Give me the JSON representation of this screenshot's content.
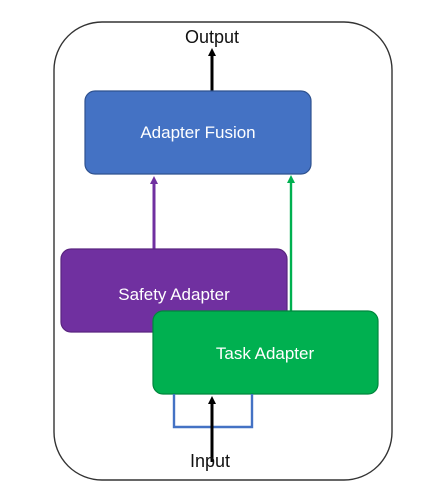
{
  "diagram": {
    "output_label": "Output",
    "input_label": "Input",
    "nodes": {
      "adapter_fusion": {
        "label": "Adapter Fusion"
      },
      "safety_adapter": {
        "label": "Safety Adapter"
      },
      "task_adapter": {
        "label": "Task Adapter"
      }
    }
  },
  "colors": {
    "adapter_fusion_fill": "#4472C4",
    "adapter_fusion_stroke": "#2F528F",
    "safety_adapter_fill": "#7030A0",
    "safety_adapter_stroke": "#5A2580",
    "task_adapter_fill": "#00B050",
    "task_adapter_stroke": "#00873D",
    "purple_arrow": "#7030A0",
    "green_arrow": "#00B050",
    "blue_connector": "#4472C4",
    "black_arrow": "#000000",
    "frame_stroke": "#333333"
  }
}
